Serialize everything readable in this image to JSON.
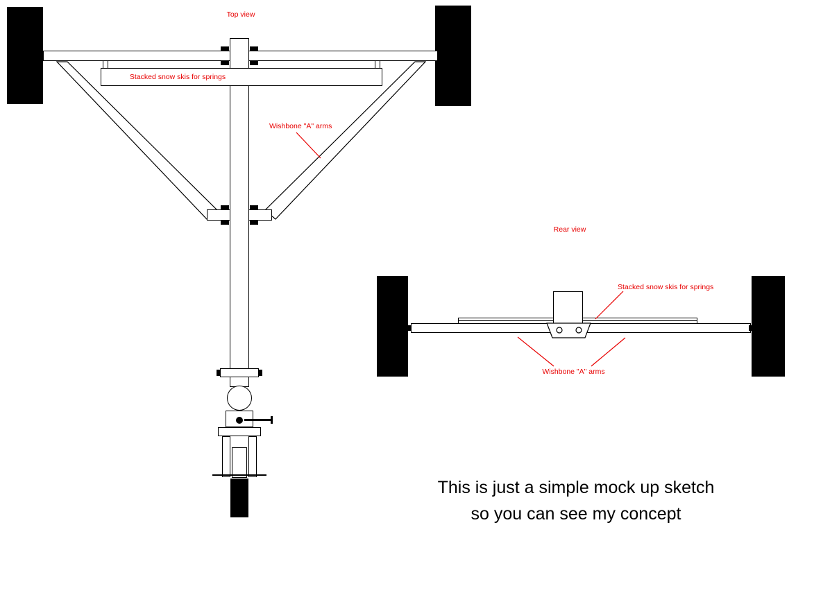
{
  "background": "#ffffff",
  "colors": {
    "annotation_red": "#e80000",
    "line_black": "#000000",
    "caption_black": "#000000",
    "wheel_fill": "#000000"
  },
  "top_view": {
    "title": "Top view",
    "labels": {
      "skis": "Stacked snow skis for springs",
      "wishbone": "Wishbone \"A\" arms"
    }
  },
  "rear_view": {
    "title": "Rear view",
    "labels": {
      "skis": "Stacked snow skis for springs",
      "wishbone": "Wishbone \"A\" arms"
    }
  },
  "caption": {
    "line1": "This is just a simple mock up sketch",
    "line2": "so you can see my concept"
  }
}
